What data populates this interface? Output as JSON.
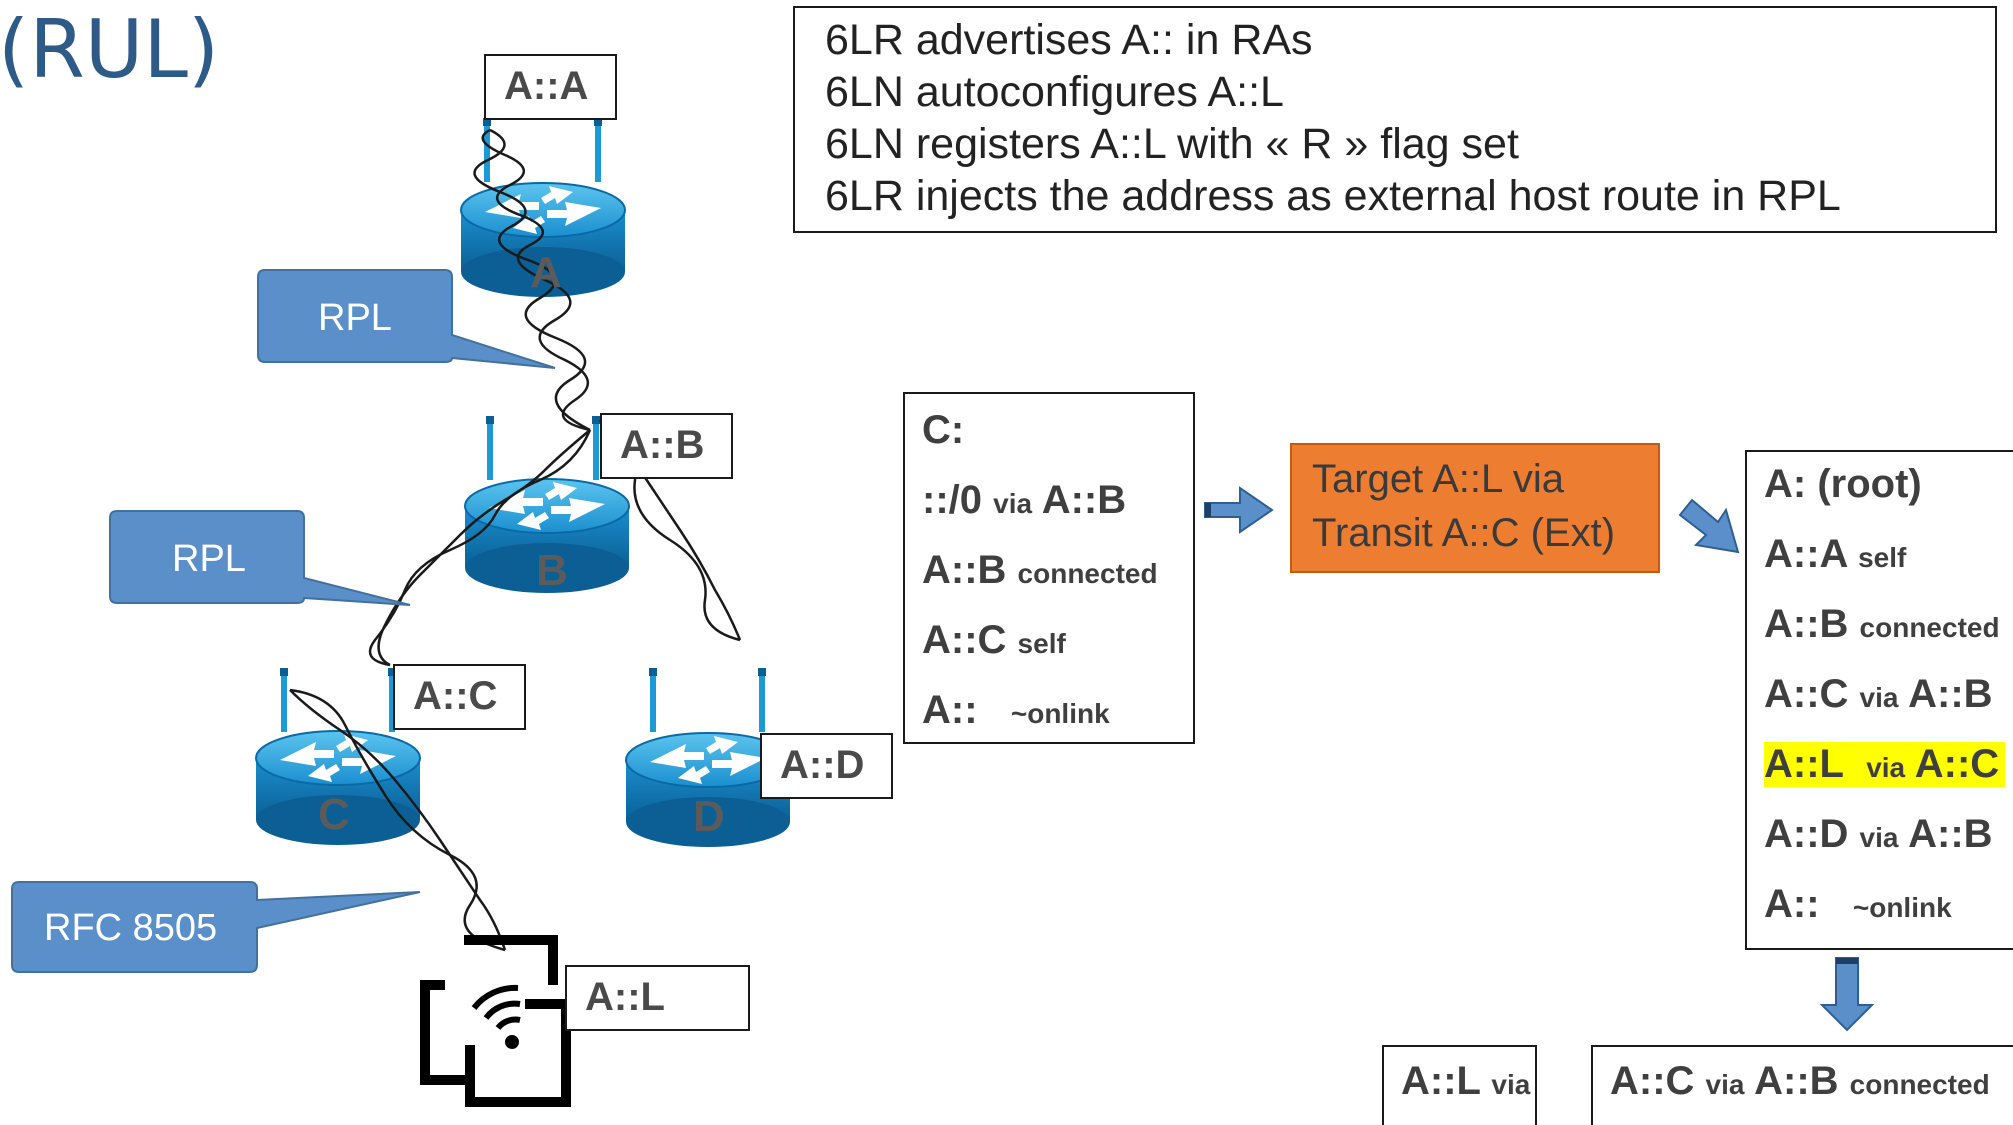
{
  "title_fragment": "(RUL)",
  "notes": [
    "6LR advertises A:: in RAs",
    "6LN autoconfigures A::L",
    "6LN registers A::L with « R » flag set",
    "6LR injects the address as external host route in RPL"
  ],
  "nodes": {
    "A": {
      "letter": "A",
      "addr": "A::A"
    },
    "B": {
      "letter": "B",
      "addr": "A::B"
    },
    "C": {
      "letter": "C",
      "addr": "A::C"
    },
    "D": {
      "letter": "D",
      "addr": "A::D"
    },
    "L": {
      "addr": "A::L"
    }
  },
  "callouts": {
    "rpl_top": "RPL",
    "rpl_mid": "RPL",
    "rfc": "RFC 8505"
  },
  "table_c": {
    "title": "C:",
    "rows": [
      {
        "dest": "::/0",
        "small": "via",
        "next": "A::B"
      },
      {
        "dest": "A::B",
        "small": "connected",
        "next": ""
      },
      {
        "dest": "A::C",
        "small": "self",
        "next": ""
      },
      {
        "dest": "A::",
        "small": "~onlink",
        "next": ""
      }
    ]
  },
  "dao_box": {
    "line1": "Target A::L  via",
    "line2": "Transit A::C (Ext)"
  },
  "table_root": {
    "title": "A: (root)",
    "rows": [
      {
        "dest": "A::A",
        "small": "self",
        "next": ""
      },
      {
        "dest": "A::B",
        "small": "connected",
        "next": ""
      },
      {
        "dest": "A::C",
        "small": "via",
        "next": "A::B"
      },
      {
        "dest": "A::L",
        "small": "via",
        "next": "A::C"
      },
      {
        "dest": "A::D",
        "small": "via",
        "next": "A::B"
      },
      {
        "dest": "A::",
        "small": "~onlink",
        "next": ""
      }
    ]
  },
  "bottom": {
    "left": {
      "dest": "A::L",
      "small": "via"
    },
    "right": {
      "dest": "A::C",
      "small": "via",
      "next": "A::B",
      "small2": "connected"
    }
  },
  "colors": {
    "router_blue": "#1b9ad6",
    "callout_blue": "#5b8fc9",
    "dao_orange": "#ed7d31",
    "highlight": "#ffff00",
    "arrow_blue": "#5b8fc9"
  }
}
